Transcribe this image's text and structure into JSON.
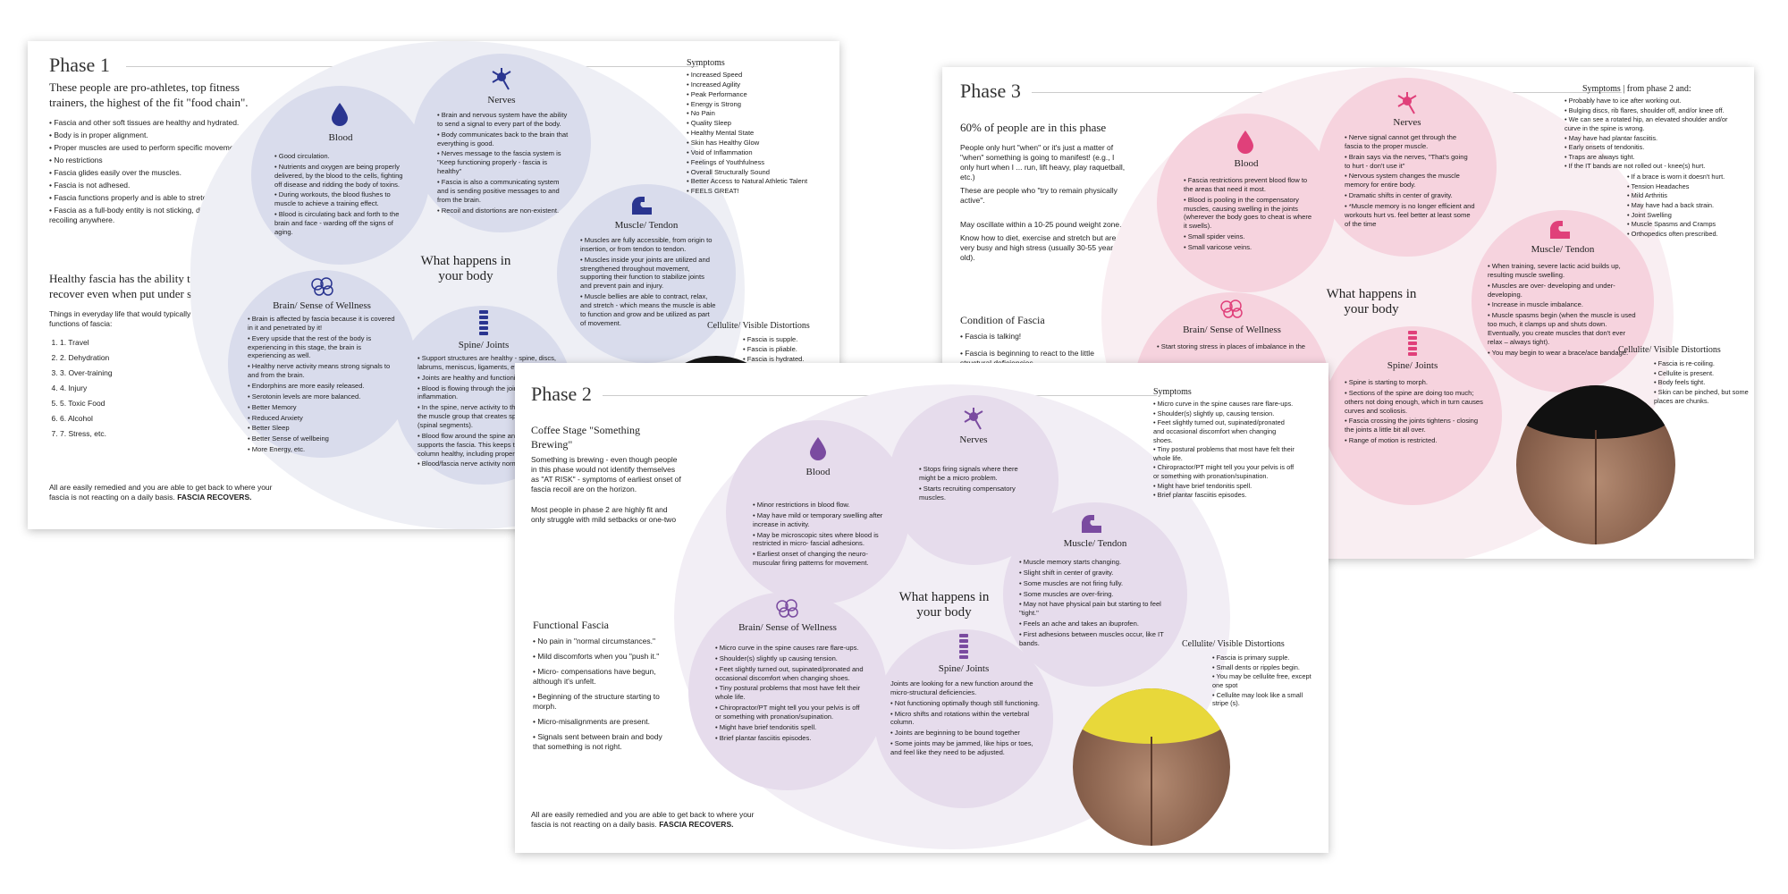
{
  "colors": {
    "p1_circle": "#d9dcec",
    "p1_blob": "#eeeff5",
    "p1_icon": "#2a3590",
    "p2_circle": "#e6dcec",
    "p2_blob": "#f2eef5",
    "p2_icon": "#7a4ba0",
    "p3_circle": "#f6d3de",
    "p3_blob": "#f9eef2",
    "p3_icon": "#e0407a"
  },
  "phase1": {
    "title": "Phase 1",
    "intro": "These people are pro-athletes, top fitness trainers, the highest of the fit \"food chain\".",
    "bullets": [
      "Fascia and other soft tissues are healthy and hydrated.",
      "Body is in proper alignment.",
      "Proper muscles are used to perform specific movements.",
      "No restrictions",
      "Fascia glides easily over the muscles.",
      "Fascia is not adhesed.",
      "Fascia functions properly and is able to stretch and contract.",
      "Fascia as a full-body entity is not sticking, distorting or recoiling anywhere."
    ],
    "healthy_head": "Healthy fascia has the ability to recover even when put under stress.",
    "everyday": "Things in everyday life that would typically affect the functions of fascia:",
    "list": [
      "1. Travel",
      "2. Dehydration",
      "3. Over-training",
      "4. Injury",
      "5. Toxic Food",
      "6. Alcohol",
      "7. Stress, etc."
    ],
    "footer_a": "All are easily remedied and you are able to get back to where your fascia is not reacting on a daily basis.",
    "footer_b": "FASCIA RECOVERS.",
    "center": "What happens in your body",
    "blood": {
      "title": "Blood",
      "items": [
        "Good circulation.",
        "Nutrients and oxygen are being properly delivered, by the blood to the cells, fighting off disease and ridding the body of toxins.",
        "During workouts, the blood flushes to muscle to achieve a training effect.",
        "Blood is circulating back and forth to the brain and face - warding off the signs of aging."
      ]
    },
    "nerves": {
      "title": "Nerves",
      "items": [
        "Brain and nervous system have the ability to send a signal to every part of the body.",
        "Body communicates back to the brain that everything is good.",
        "Nerves message to the fascia system is \"Keep functioning properly - fascia is healthy\"",
        "Fascia is also a communicating system and is sending positive messages to and from the brain.",
        "Recoil and distortions are non-existent."
      ]
    },
    "muscle": {
      "title": "Muscle/ Tendon",
      "items": [
        "Muscles are fully accessible, from origin to insertion, or from tendon to tendon.",
        "Muscles inside your joints are utilized and strengthened throughout movement, supporting their function to stabilize joints and prevent pain and injury.",
        "Muscle bellies are able to contract, relax, and stretch - which means the muscle is able to function and grow and be utilized as part of movement."
      ]
    },
    "brain": {
      "title": "Brain/ Sense of Wellness",
      "items": [
        "Brain is affected by fascia because it is covered in it and penetrated by it!",
        "Every upside that the rest of the body is experiencing in this stage, the brain is experiencing as well.",
        "Healthy nerve activity means strong signals to and from the brain.",
        "Endorphins are more easily released.",
        "Serotonin levels are more balanced.",
        "Better Memory",
        "Reduced Anxiety",
        "Better Sleep",
        "Better Sense of wellbeing",
        "More Energy, etc."
      ]
    },
    "spine": {
      "title": "Spine/ Joints",
      "items": [
        "Support structures are healthy - spine, discs, labrums, meniscus, ligaments, etc.",
        "Joints are healthy and functioning.",
        "Blood is flowing through the joints, decreasing inflammation.",
        "In the spine, nerve activity to the organs and the muscle group that creates spine curvature (spinal segments).",
        "Blood flow around the spine and joints supports the fascia. This keeps the spinal column healthy, including proper nerve activity.",
        "Blood/fascia nerve activity normal."
      ]
    },
    "symptoms_head": "Symptoms",
    "symptoms": [
      "Increased Speed",
      "Increased Agility",
      "Peak Performance",
      "Energy is Strong",
      "No Pain",
      "Quality Sleep",
      "Healthy Mental State",
      "Skin has Healthy Glow",
      "Void of Inflammation",
      "Feelings of Youthfulness",
      "Overall Structurally Sound",
      "Better Access to Natural Athletic Talent",
      "FEELS GREAT!"
    ],
    "cellulite_head": "Cellulite/ Visible Distortions",
    "cellulite": [
      "Fascia is supple.",
      "Fascia is pliable.",
      "Fascia is hydrated."
    ]
  },
  "phase2": {
    "title": "Phase 2",
    "stage": "Coffee Stage \"Something Brewing\"",
    "stage_text": "Something is brewing - even though people in this phase would not identify themselves as \"AT RISK\" - symptoms of earliest onset of fascia recoil are on the horizon.",
    "stage_text2": "Most people in phase 2 are highly fit and only struggle with mild setbacks or one-two",
    "functional_head": "Functional Fascia",
    "functional": [
      "No pain in \"normal circumstances.\"",
      "Mild discomforts when you \"push it.\"",
      "Micro- compensations have begun, although it's unfelt.",
      "Beginning of the structure starting to morph.",
      "Micro-misalignments are present.",
      "Signals sent between brain and body that something is not right."
    ],
    "footer_a": "All are easily remedied and you are able to get back to where your fascia is not reacting on a daily basis.",
    "footer_b": "FASCIA RECOVERS.",
    "center": "What happens in your body",
    "blood": {
      "title": "Blood",
      "items": [
        "Minor restrictions in blood flow.",
        "May have mild or temporary swelling after increase in activity.",
        "May be microscopic sites where blood is restricted in micro- fascial adhesions.",
        "Earliest onset of changing the neuro-muscular firing patterns for movement."
      ]
    },
    "nerves": {
      "title": "Nerves",
      "items": [
        "Stops firing signals where there might be a micro problem.",
        "Starts recruiting compensatory muscles."
      ]
    },
    "muscle": {
      "title": "Muscle/ Tendon",
      "items": [
        "Muscle memory starts changing.",
        "Slight shift in center of gravity.",
        "Some muscles are not firing fully.",
        "Some muscles are over-firing.",
        "May not have physical pain but starting to feel \"tight.\"",
        "Feels an ache and takes an ibuprofen.",
        "First adhesions between muscles occur, like IT bands."
      ]
    },
    "brain": {
      "title": "Brain/ Sense of Wellness",
      "items": [
        "Micro curve in the spine causes rare flare-ups.",
        "Shoulder(s) slightly up causing tension.",
        "Feet slightly turned out, supinated/pronated and occasional discomfort when changing shoes.",
        "Tiny postural problems that most have felt their whole life.",
        "Chiropractor/PT might tell you your pelvis is off or something with pronation/supination.",
        "Might have brief tendonitis spell.",
        "Brief plantar fasciitis episodes."
      ]
    },
    "spine": {
      "title": "Spine/ Joints",
      "lead": "Joints are looking for a new function around the micro-structural deficiencies.",
      "items": [
        "Not functioning optimally though still functioning.",
        "Micro shifts and rotations within the vertebral column.",
        "Joints are beginning to be bound together",
        "Some joints may be jammed, like hips or toes, and feel like they need to be adjusted."
      ]
    },
    "symptoms_head": "Symptoms",
    "symptoms": [
      "Micro curve in the spine causes rare flare-ups.",
      "Shoulder(s) slightly up, causing tension.",
      "Feet slightly turned out, supinated/pronated and occasional discomfort when changing shoes.",
      "Tiny postural problems that most have felt their whole life.",
      "Chiropractor/PT might tell you your pelvis is off or something with pronation/supination.",
      "Might have brief tendonitis spell.",
      "Brief plantar fasciitis episodes."
    ],
    "cellulite_head": "Cellulite/ Visible Distortions",
    "cellulite": [
      "Fascia is primary supple.",
      "Small dents or ripples begin.",
      "You may be cellulite free, except one spot",
      "Cellulite may look like a small stripe (s)."
    ]
  },
  "phase3": {
    "title": "Phase 3",
    "head": "60% of people are in this phase",
    "text1": "People only hurt \"when\" or it's just a matter of \"when\" something is going to manifest! (e.g., I only hurt when I ... run, lift heavy, play raquetball, etc.)",
    "text2": "These are people who \"try to remain physically active\".",
    "text3": "May oscillate within a 10-25 pound weight zone.",
    "text4": "Know how to diet, exercise and stretch but are very busy and high stress (usually 30-55 years old).",
    "condition_head": "Condition of Fascia",
    "condition": [
      "Fascia is talking!",
      "Fascia is beginning to react to the little structural deficiencies."
    ],
    "center": "What happens in your body",
    "blood": {
      "title": "Blood",
      "items": [
        "Fascia restrictions prevent blood flow to the areas that need it most.",
        "Blood is pooling in the compensatory muscles, causing swelling in the joints (wherever the body goes to cheat is where it swells).",
        "Small spider veins.",
        "Small varicose veins."
      ]
    },
    "nerves": {
      "title": "Nerves",
      "items": [
        "Nerve signal cannot get through the fascia to the proper muscle.",
        "Brain says via the nerves, \"That's going to hurt - don't use it\"",
        "Nervous system changes the muscle memory for entire body.",
        "Dramatic shifts in center of gravity.",
        "*Muscle memory is no longer efficient and workouts hurt vs. feel better at least some of the time"
      ]
    },
    "muscle": {
      "title": "Muscle/ Tendon",
      "items": [
        "When training, severe lactic acid builds up, resulting muscle swelling.",
        "Muscles are over- developing and under- developing.",
        "Increase in muscle imbalance.",
        "Muscle spasms begin (when the muscle is used too much, it clamps up and shuts down. Eventually, you create muscles that don't ever relax – always tight).",
        "You may begin to wear a brace/ace bandage."
      ]
    },
    "brain": {
      "title": "Brain/ Sense of Wellness",
      "items": [
        "Start storing stress in places of imbalance in the"
      ]
    },
    "spine": {
      "title": "Spine/ Joints",
      "items": [
        "Spine is starting to morph.",
        "Sections of the spine are doing too much; others not doing enough, which in turn causes curves and scoliosis.",
        "Fascia crossing the joints tightens - closing the joints a little bit all over.",
        "Range of motion is restricted."
      ]
    },
    "symptoms_head": "Symptoms | from phase 2 and:",
    "symptoms": [
      "Probably have to ice after working out.",
      "Bulging discs, rib flares, shoulder off, and/or knee off.",
      "We can see a rotated hip, an elevated shoulder and/or curve in the spine is wrong.",
      "May have had plantar fasciitis.",
      "Early onsets of tendonitis.",
      "Traps are always tight.",
      "If the IT bands are not rolled out - knee(s) hurt."
    ],
    "symptoms_sub": [
      "If a brace is worn it doesn't hurt.",
      "Tension Headaches",
      "Mild Arthritis",
      "May have had a back strain.",
      "Joint Swelling",
      "Muscle Spasms and Cramps",
      "Orthopedics often prescribed."
    ],
    "cellulite_head": "Cellulite/ Visible Distortions",
    "cellulite": [
      "Fascia is re-coiling.",
      "Cellulite is present.",
      "Body feels tight.",
      "Skin can be pinched, but some places are chunks."
    ]
  }
}
